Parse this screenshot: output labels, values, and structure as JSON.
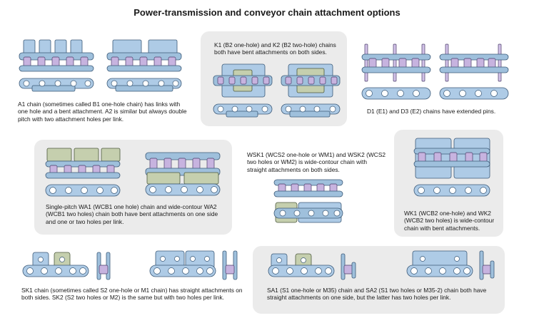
{
  "title": "Power-transmission and conveyor chain attachment options",
  "captions": {
    "a": "A1 chain (sometimes called B1 one-hole chain) has links with one hole and a bent attachment. A2 is similar but always double pitch with two attachment holes per link.",
    "k": "K1 (B2 one-hole) and K2 (B2 two-hole) chains both have bent attachments on both sides.",
    "d": "D1 (E1) and D3 (E2) chains have extended pins.",
    "wa": "Single-pitch WA1 (WCB1 one hole) chain and wide-contour WA2 (WCB1 two holes) chain both have bent attachments on one side and one or two holes per link.",
    "wsk": "WSK1 (WCS2 one-hole or WM1) and WSK2 (WCS2 two holes or WM2) is wide-contour chain with straight attachments on both sides.",
    "wk": "WK1 (WCB2 one-hole) and WK2 (WCB2 two holes) is wide-contour chain with bent attachments.",
    "sk": "SK1 chain (sometimes called S2 one-hole or M1 chain) has straight attachments on both sides. SK2 (S2 two holes or M2) is the same but with two holes per link.",
    "sa": "SA1 (S1 one-hole or M35) chain and SA2 (S1 two holes or M35-2) chain both have straight attachments on one side, but the latter has two holes per link."
  },
  "colors": {
    "panel": "#ebebeb",
    "plate": "#aecbe6",
    "roller": "#c7b3df",
    "olive_plate": "#c5cfae",
    "outline": "#3c5a78"
  }
}
